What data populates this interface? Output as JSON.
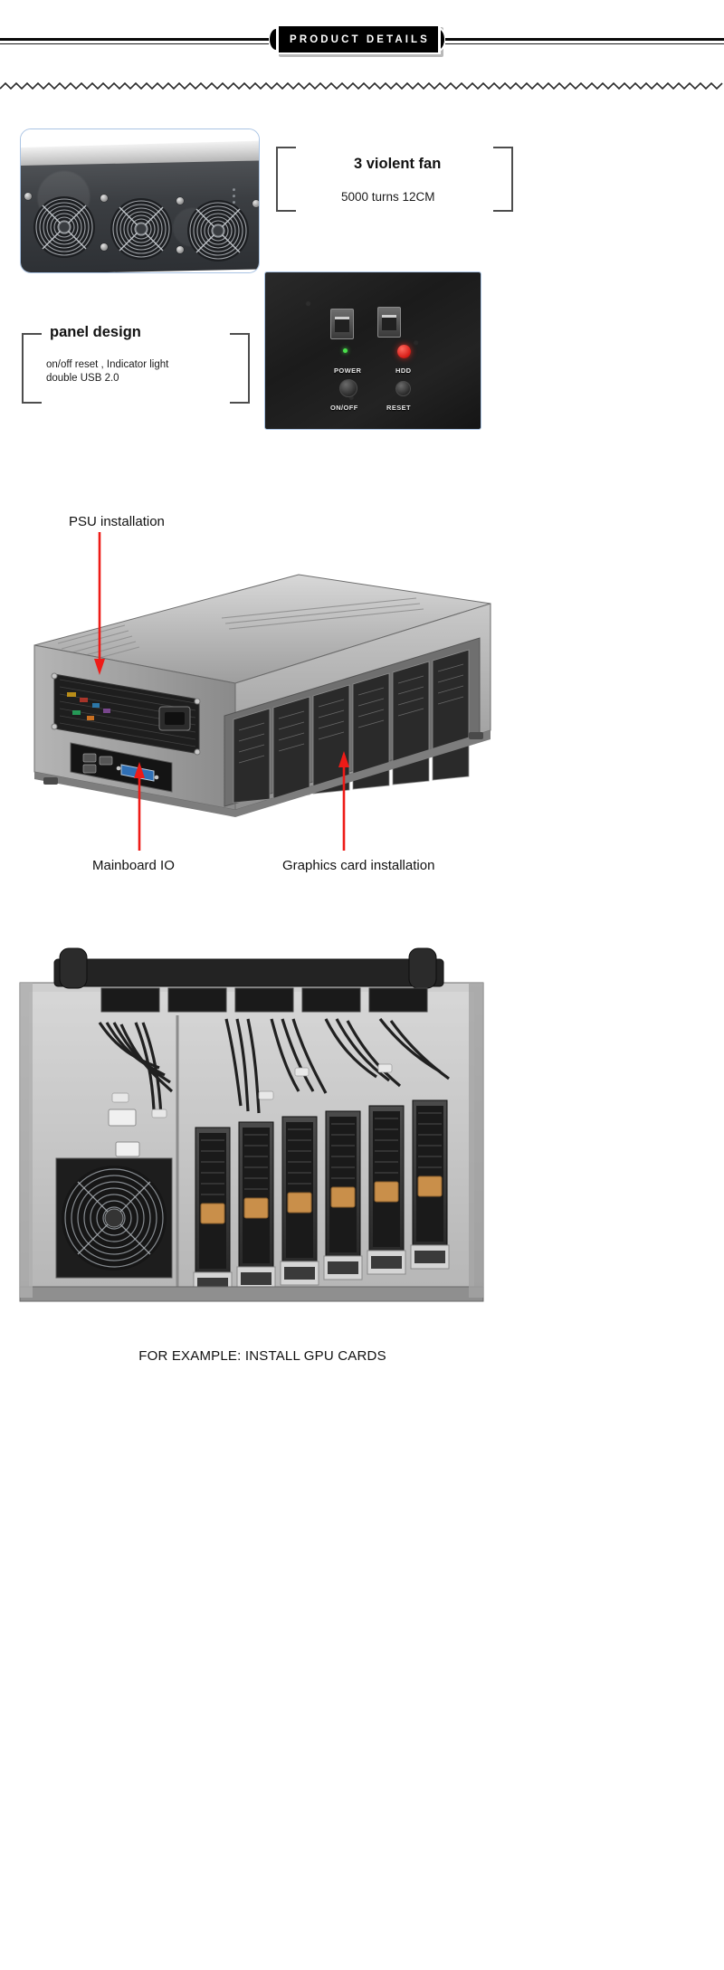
{
  "header": {
    "badge_label": "PRODUCT DETAILS",
    "rule_color": "#0a0a0a",
    "badge_bg": "#000000",
    "badge_text_color": "#ffffff"
  },
  "section_fans": {
    "photo_name": "chassis-front-fans-photo",
    "photo_border_color": "#aac4e4",
    "callout_title": "3 violent fan",
    "callout_sub": "5000 turns 12CM"
  },
  "section_panel": {
    "photo_name": "front-io-panel-photo",
    "callout_title": "panel design",
    "callout_line1": "on/off reset , Indicator light",
    "callout_line2": "double USB 2.0",
    "panel_markings": {
      "power": "POWER",
      "hdd": "HDD",
      "onoff": "ON/OFF",
      "reset": "RESET"
    },
    "led_power_color": "#49e04b",
    "led_hdd_color": "#d8201a"
  },
  "section_rear": {
    "photo_name": "chassis-rear-view-photo",
    "annotations": [
      {
        "label": "PSU installation",
        "target": "psu-bay"
      },
      {
        "label": "Mainboard IO",
        "target": "motherboard-io-shield"
      },
      {
        "label": "Graphics card installation",
        "target": "pcie-slot-bracket-area"
      }
    ],
    "arrow_color": "#ee1b17"
  },
  "section_build": {
    "photo_name": "open-chassis-gpu-install-photo",
    "caption": "FOR EXAMPLE: INSTALL GPU CARDS",
    "gpu_count": 6
  }
}
